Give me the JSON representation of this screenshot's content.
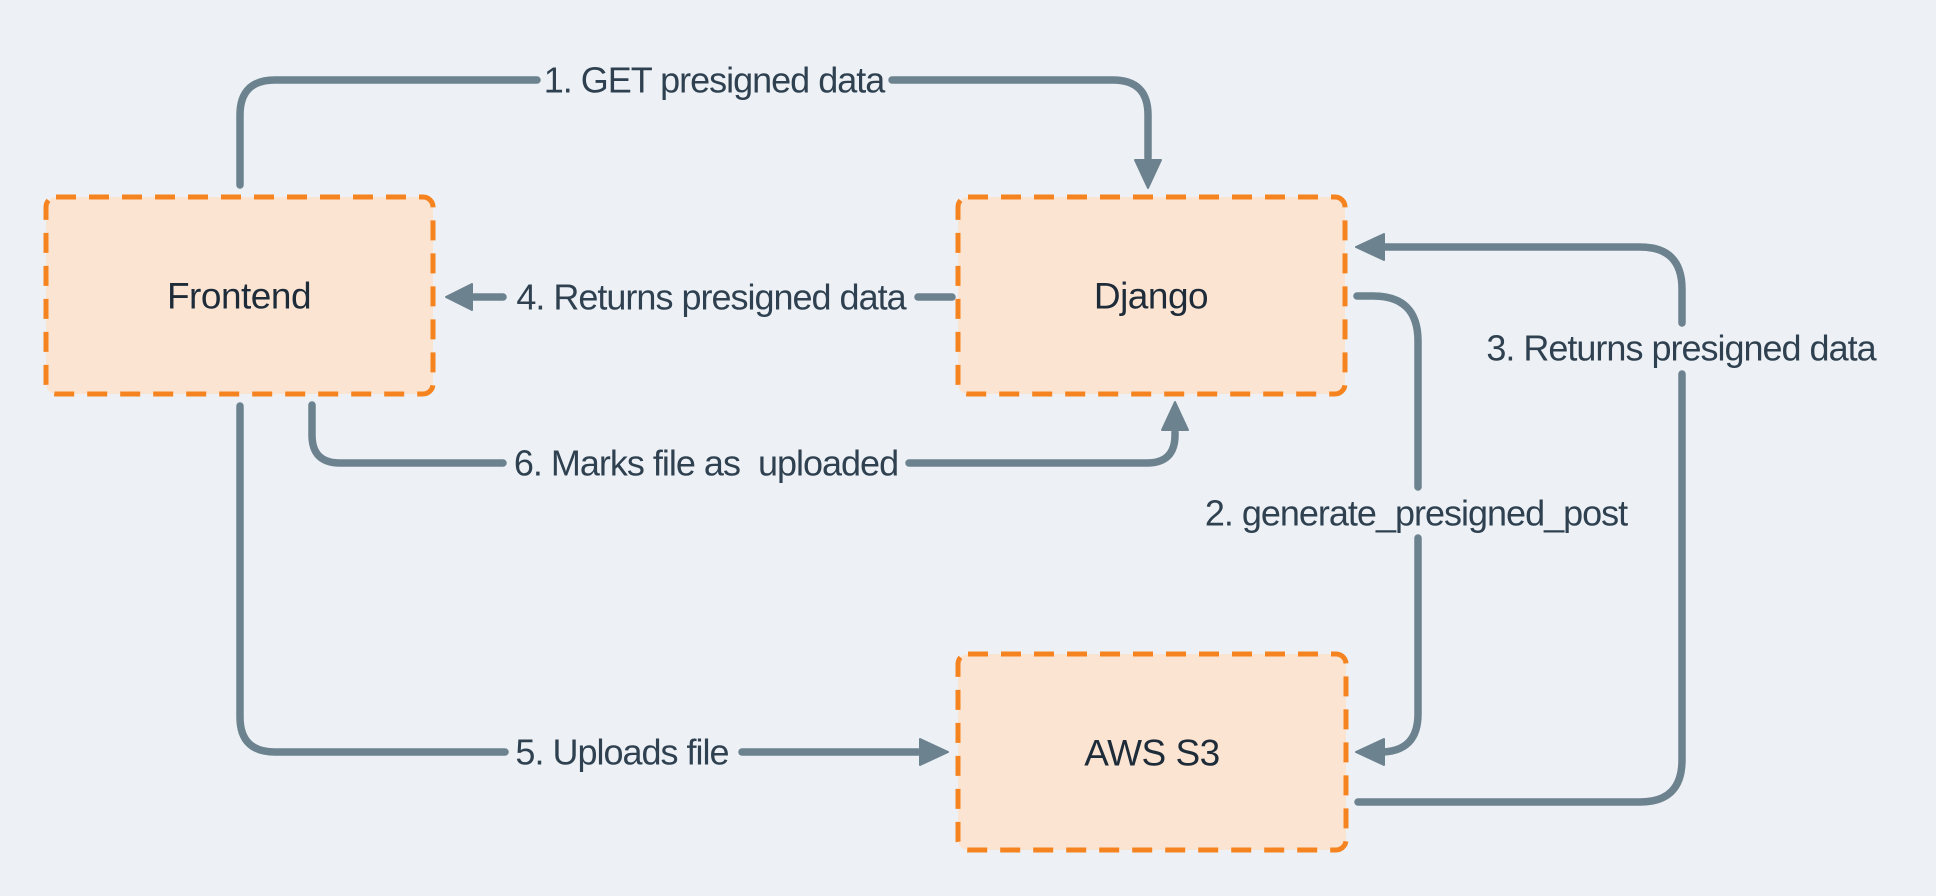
{
  "diagram": {
    "nodes": [
      {
        "id": "frontend",
        "label": "Frontend"
      },
      {
        "id": "django",
        "label": "Django"
      },
      {
        "id": "aws_s3",
        "label": "AWS S3"
      }
    ],
    "steps": [
      {
        "num": 1,
        "label": "1. GET presigned data",
        "from": "frontend",
        "to": "django"
      },
      {
        "num": 2,
        "label": "2. generate_presigned_post",
        "from": "django",
        "to": "aws_s3"
      },
      {
        "num": 3,
        "label": "3. Returns presigned data",
        "from": "aws_s3",
        "to": "django"
      },
      {
        "num": 4,
        "label": "4. Returns presigned data",
        "from": "django",
        "to": "frontend"
      },
      {
        "num": 5,
        "label": "5. Uploads file",
        "from": "frontend",
        "to": "aws_s3"
      },
      {
        "num": 6,
        "label": "6. Marks file as  uploaded",
        "from": "frontend",
        "to": "django"
      }
    ],
    "colors": {
      "background": "#edf1f5",
      "node_fill": "#fce4d3",
      "node_border": "#f5831f",
      "connector": "#6d828f",
      "label_text": "#2f4150",
      "node_text": "#1e2c39"
    }
  }
}
